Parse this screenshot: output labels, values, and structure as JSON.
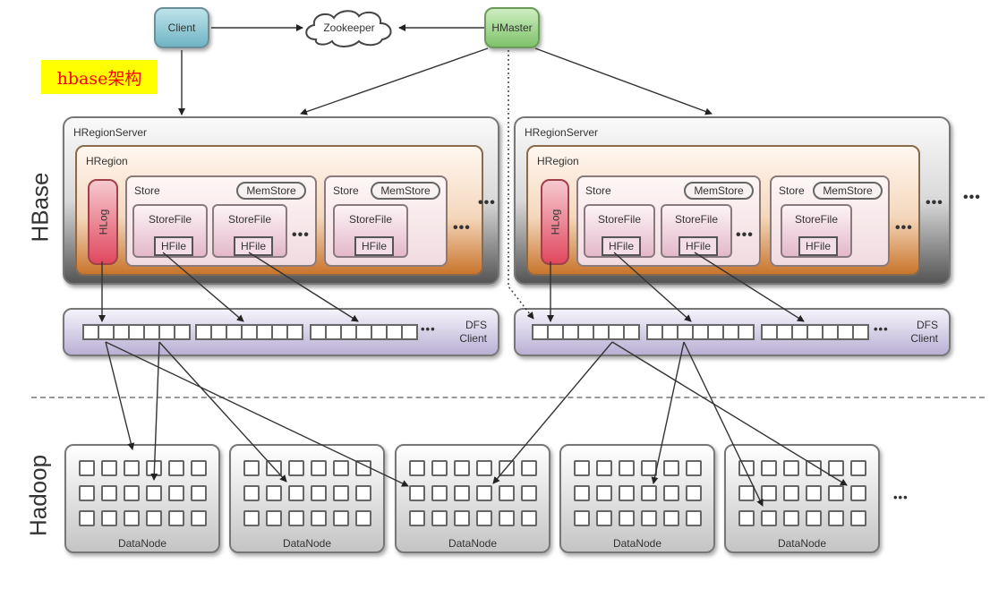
{
  "title_badge": "hbase架构",
  "side_labels": {
    "hbase": "HBase",
    "hadoop": "Hadoop"
  },
  "top": {
    "client": "Client",
    "zookeeper": "Zookeeper",
    "hmaster": "HMaster"
  },
  "region_servers": [
    {
      "label": "HRegionServer",
      "region_label": "HRegion",
      "hlog": "HLog",
      "stores": [
        {
          "label": "Store",
          "memstore": "MemStore",
          "storefiles": [
            "StoreFile",
            "StoreFile"
          ],
          "hfile": "HFile",
          "more": "•••"
        },
        {
          "label": "Store",
          "memstore": "MemStore",
          "storefiles": [
            "StoreFile"
          ],
          "hfile": "HFile",
          "more": "•••"
        }
      ],
      "more": "•••",
      "dfs_client": {
        "line1": "DFS",
        "line2": "Client",
        "more": "•••"
      }
    },
    {
      "label": "HRegionServer",
      "region_label": "HRegion",
      "hlog": "HLog",
      "stores": [
        {
          "label": "Store",
          "memstore": "MemStore",
          "storefiles": [
            "StoreFile",
            "StoreFile"
          ],
          "hfile": "HFile",
          "more": "•••"
        },
        {
          "label": "Store",
          "memstore": "MemStore",
          "storefiles": [
            "StoreFile"
          ],
          "hfile": "HFile",
          "more": "•••"
        }
      ],
      "more": "•••",
      "dfs_client": {
        "line1": "DFS",
        "line2": "Client",
        "more": "•••"
      }
    }
  ],
  "servers_more": "•••",
  "datanodes": [
    {
      "label": "DataNode"
    },
    {
      "label": "DataNode"
    },
    {
      "label": "DataNode"
    },
    {
      "label": "DataNode"
    },
    {
      "label": "DataNode"
    }
  ],
  "datanodes_more": "•••"
}
